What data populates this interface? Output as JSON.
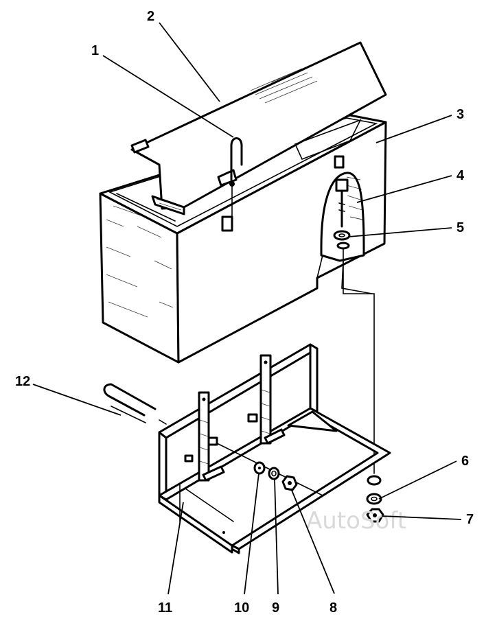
{
  "diagram": {
    "watermark": "AutoSoft",
    "callouts": [
      {
        "id": "1",
        "label": "1"
      },
      {
        "id": "2",
        "label": "2"
      },
      {
        "id": "3",
        "label": "3"
      },
      {
        "id": "4",
        "label": "4"
      },
      {
        "id": "5",
        "label": "5"
      },
      {
        "id": "6",
        "label": "6"
      },
      {
        "id": "7",
        "label": "7"
      },
      {
        "id": "8",
        "label": "8"
      },
      {
        "id": "9",
        "label": "9"
      },
      {
        "id": "10",
        "label": "10"
      },
      {
        "id": "11",
        "label": "11"
      },
      {
        "id": "12",
        "label": "12"
      }
    ]
  }
}
